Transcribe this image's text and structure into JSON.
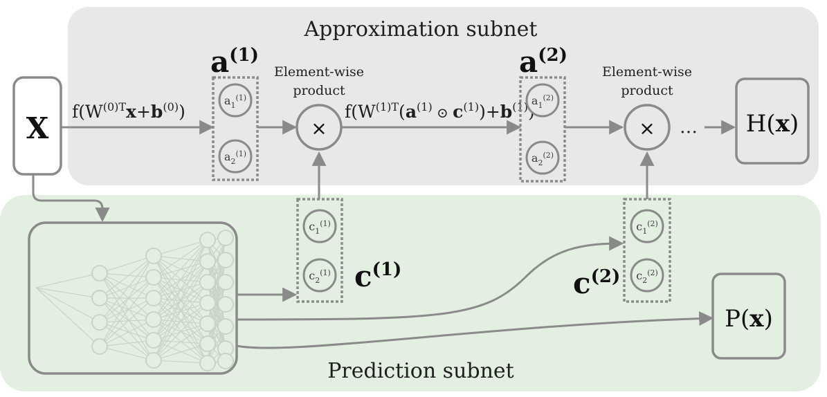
{
  "subnets": {
    "approximation_title": "Approximation subnet",
    "prediction_title": "Prediction subnet"
  },
  "input": {
    "label": "X"
  },
  "outputs": {
    "approx": {
      "prefix": "H(",
      "var": "x",
      "suffix": ")"
    },
    "pred": {
      "prefix": "P(",
      "var": "x",
      "suffix": ")"
    }
  },
  "layers": {
    "a1": {
      "base": "a",
      "sup": "(1)",
      "nodes": [
        {
          "base": "a",
          "sub": "1",
          "sup": "(1)"
        },
        {
          "base": "a",
          "sub": "2",
          "sup": "(1)"
        }
      ]
    },
    "a2": {
      "base": "a",
      "sup": "(2)",
      "nodes": [
        {
          "base": "a",
          "sub": "1",
          "sup": "(2)"
        },
        {
          "base": "a",
          "sub": "2",
          "sup": "(2)"
        }
      ]
    },
    "c1": {
      "base": "c",
      "sup": "(1)",
      "nodes": [
        {
          "base": "c",
          "sub": "1",
          "sup": "(1)"
        },
        {
          "base": "c",
          "sub": "2",
          "sup": "(1)"
        }
      ]
    },
    "c2": {
      "base": "c",
      "sup": "(2)",
      "nodes": [
        {
          "base": "c",
          "sub": "1",
          "sup": "(2)"
        },
        {
          "base": "c",
          "sub": "2",
          "sup": "(2)"
        }
      ]
    }
  },
  "products": {
    "caption_line1": "Element-wise",
    "caption_line2": "product",
    "symbol": "×",
    "ellipsis": "…"
  },
  "formulas": {
    "f0": {
      "f_open": "f(W",
      "w_sup": "(0)T",
      "x": "x",
      "plus": "+",
      "b": "b",
      "b_sup": "(0)",
      "close": ")"
    },
    "f1": {
      "f_open": "f(W",
      "w_sup": "(1)T",
      "paren": "(",
      "a": "a",
      "a_sup": "(1)",
      "odot": " ⊙ ",
      "c": "c",
      "c_sup": "(1)",
      "mid": ")+",
      "b": "b",
      "b_sup": "(1)",
      "close": ")"
    }
  },
  "colors": {
    "approx_bg": "#e8e8e8",
    "pred_bg": "#e3f0e1",
    "stroke": "#8a8a8a",
    "faint_net": "#c9d4c6"
  }
}
